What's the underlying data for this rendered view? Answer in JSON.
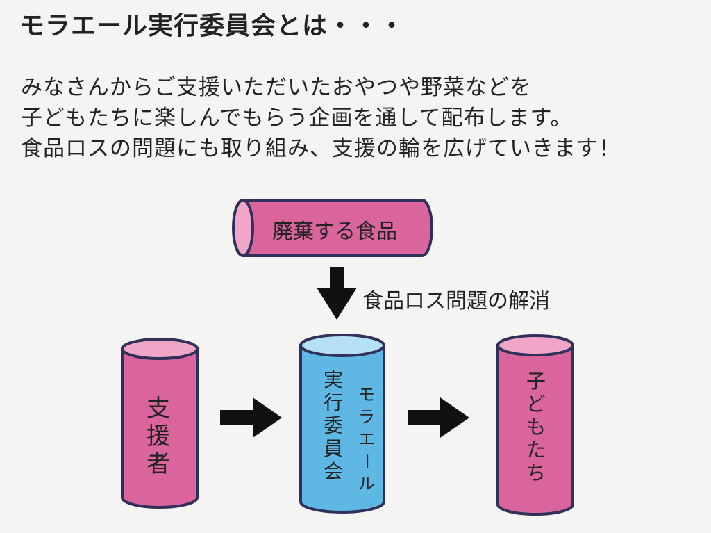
{
  "title": "モラエール実行委員会とは・・・",
  "intro": {
    "line1": "みなさんからご支援いただいたおやつや野菜などを",
    "line2": "子どもたちに楽しんでもらう企画を通して配布します。",
    "line3": "食品ロスの問題にも取り組み、支援の輪を広げていきます！"
  },
  "diagram": {
    "waste_food": "廃棄する食品",
    "flow_label": "食品ロス問題の解消",
    "supporters": [
      "支",
      "援",
      "者"
    ],
    "committee_left": [
      "実",
      "行",
      "委",
      "員",
      "会"
    ],
    "committee_right": [
      "モ",
      "ラ",
      "エ",
      "ー",
      "ル"
    ],
    "children": [
      "子",
      "ど",
      "も",
      "た",
      "ち"
    ]
  },
  "colors": {
    "pink_body": "#d9659c",
    "pink_top": "#efa6c7",
    "blue_body": "#5eb8e3",
    "blue_top": "#b6e1f4",
    "outline": "#30305a",
    "arrow": "#111111"
  }
}
